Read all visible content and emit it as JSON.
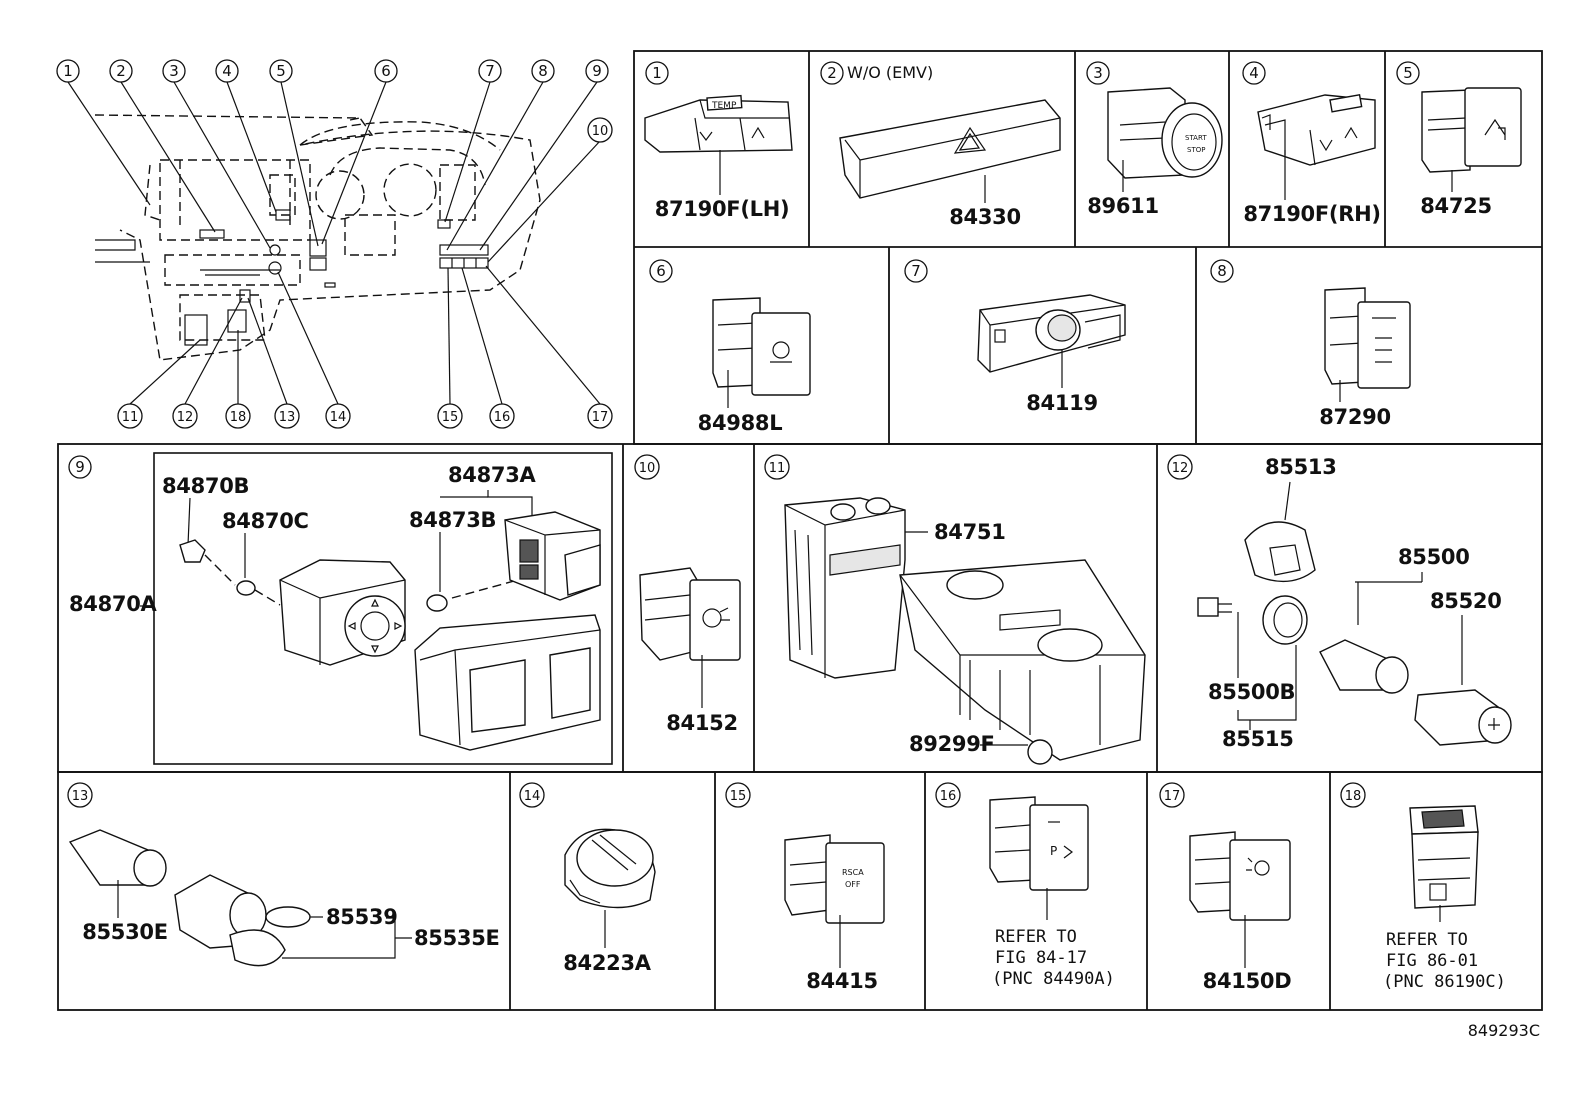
{
  "figure_code": "849293C",
  "overview_callouts": [
    "1",
    "2",
    "3",
    "4",
    "5",
    "6",
    "7",
    "8",
    "9",
    "10",
    "11",
    "12",
    "18",
    "13",
    "14",
    "15",
    "16",
    "17"
  ],
  "cells": [
    {
      "id": "1",
      "parts": [
        "87190F(LH)"
      ]
    },
    {
      "id": "2",
      "note": "W/O (EMV)",
      "parts": [
        "84330"
      ]
    },
    {
      "id": "3",
      "parts": [
        "89611"
      ]
    },
    {
      "id": "4",
      "parts": [
        "87190F(RH)"
      ]
    },
    {
      "id": "5",
      "parts": [
        "84725"
      ]
    },
    {
      "id": "6",
      "parts": [
        "84988L"
      ]
    },
    {
      "id": "7",
      "parts": [
        "84119"
      ]
    },
    {
      "id": "8",
      "parts": [
        "87290"
      ]
    },
    {
      "id": "9",
      "parts": [
        "84870A",
        "84870B",
        "84870C",
        "84873A",
        "84873B"
      ]
    },
    {
      "id": "10",
      "parts": [
        "84152"
      ]
    },
    {
      "id": "11",
      "parts": [
        "84751",
        "89299F"
      ]
    },
    {
      "id": "12",
      "parts": [
        "85513",
        "85500",
        "85520",
        "85500B",
        "85515"
      ]
    },
    {
      "id": "13",
      "parts": [
        "85530E",
        "85539",
        "85535E"
      ]
    },
    {
      "id": "14",
      "parts": [
        "84223A"
      ]
    },
    {
      "id": "15",
      "parts": [
        "84415"
      ]
    },
    {
      "id": "16",
      "parts": [],
      "ref": [
        "REFER TO",
        "FIG 84-17",
        "(PNC 84490A)"
      ]
    },
    {
      "id": "17",
      "parts": [
        "84150D"
      ]
    },
    {
      "id": "18",
      "parts": [],
      "ref": [
        "REFER TO",
        "FIG 86-01",
        "(PNC 86190C)"
      ]
    }
  ],
  "labels": {
    "temp": "TEMP",
    "rsca_off": [
      "RSCA",
      "OFF"
    ]
  },
  "colors": {
    "line": "#111111",
    "background": "#ffffff"
  }
}
